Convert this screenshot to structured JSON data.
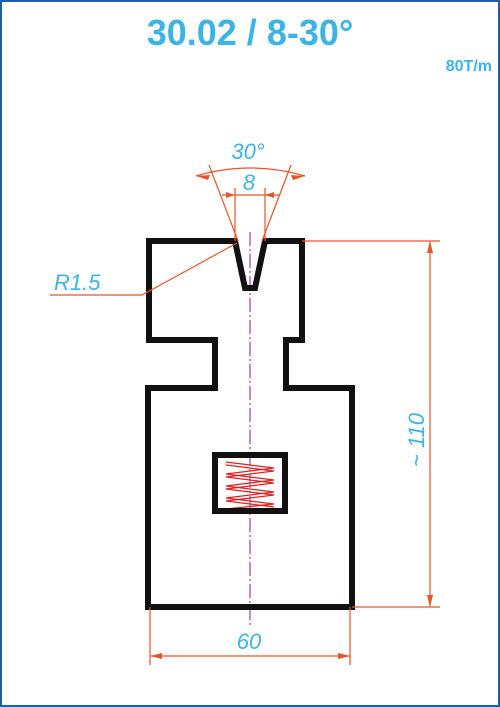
{
  "title": "30.02 / 8-30°",
  "rating": "80T/m",
  "dimensions": {
    "angle": "30°",
    "v_opening": "8",
    "radius": "R1.5",
    "height": "~ 110",
    "width": "60"
  },
  "colors": {
    "frame": "#1e5fa8",
    "text": "#3cb4e8",
    "dimension_line": "#e8542a",
    "outline": "#111111",
    "centerline": "#a040b0",
    "spring": "#e02020"
  }
}
